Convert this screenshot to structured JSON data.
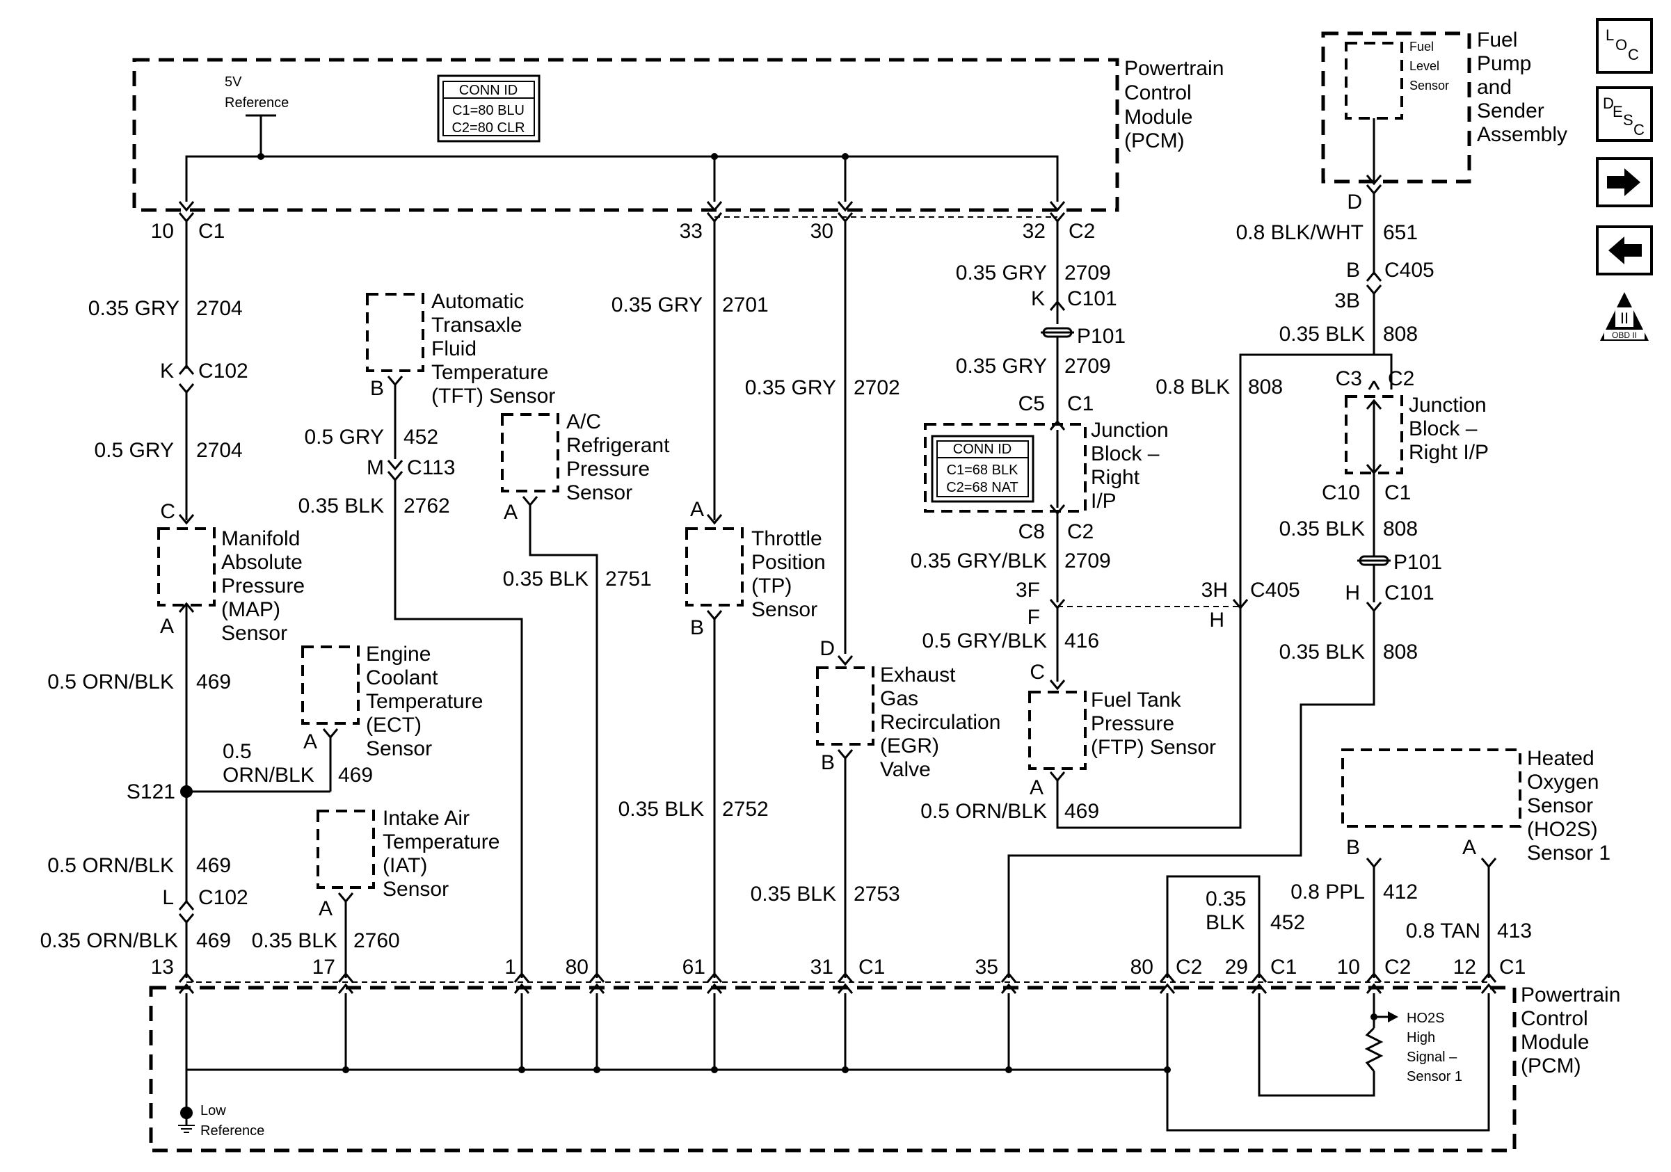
{
  "pcm": {
    "top_label": [
      "Powertrain",
      "Control",
      "Module",
      "(PCM)"
    ],
    "bottom_label": [
      "Powertrain",
      "Control",
      "Module",
      "(PCM)"
    ],
    "conn_id_title": "CONN ID",
    "conn_id_lines": [
      "C1=80 BLU",
      "C2=80 CLR"
    ],
    "ref_5v": [
      "5V",
      "Reference"
    ],
    "low_ref": [
      "Low",
      "Reference"
    ],
    "ho2s_signal": [
      "HO2S",
      "High",
      "Signal –",
      "Sensor 1"
    ]
  },
  "junction_block_left": {
    "label": [
      "Junction",
      "Block –",
      "Right",
      "I/P"
    ],
    "conn_id_title": "CONN ID",
    "conn_id_lines": [
      "C1=68 BLK",
      "C2=68 NAT"
    ]
  },
  "junction_block_right": {
    "label": [
      "Junction",
      "Block –",
      "Right I/P"
    ]
  },
  "components": {
    "tft": [
      "Automatic",
      "Transaxle",
      "Fluid",
      "Temperature",
      "(TFT) Sensor"
    ],
    "ac": [
      "A/C",
      "Refrigerant",
      "Pressure",
      "Sensor"
    ],
    "map": [
      "Manifold",
      "Absolute",
      "Pressure",
      "(MAP)",
      "Sensor"
    ],
    "ect": [
      "Engine",
      "Coolant",
      "Temperature",
      "(ECT)",
      "Sensor"
    ],
    "iat": [
      "Intake Air",
      "Temperature",
      "(IAT)",
      "Sensor"
    ],
    "tp": [
      "Throttle",
      "Position",
      "(TP)",
      "Sensor"
    ],
    "egr": [
      "Exhaust",
      "Gas",
      "Recirculation",
      "(EGR)",
      "Valve"
    ],
    "ftp": [
      "Fuel Tank",
      "Pressure",
      "(FTP) Sensor"
    ],
    "fuel_pump": [
      "Fuel",
      "Pump",
      "and",
      "Sender",
      "Assembly"
    ],
    "fuel_level": [
      "Fuel",
      "Level",
      "Sensor"
    ],
    "ho2s": [
      "Heated",
      "Oxygen",
      "Sensor",
      "(HO2S)",
      "Sensor 1"
    ]
  },
  "labels": {
    "c1_top_pin": "10",
    "c1_top_conn": "C1",
    "w2704a_gauge": "0.35 GRY",
    "w2704a_circuit": "2704",
    "c102_k_pin": "K",
    "c102_k_conn": "C102",
    "w2704b_gauge": "0.5 GRY",
    "w2704b_circuit": "2704",
    "map_c": "C",
    "map_a": "A",
    "w469a_gauge": "0.5 ORN/BLK",
    "w469a_circuit": "469",
    "splice": "S121",
    "w469b_gauge": "0.5 ORN/BLK",
    "w469b_circuit": "469",
    "c102_l_pin": "L",
    "c102_l_conn": "C102",
    "w469c_gauge": "0.35 ORN/BLK",
    "w469c_circuit": "469",
    "pin13": "13",
    "tft_b": "B",
    "w452a_gauge": "0.5 GRY",
    "w452a_circuit": "452",
    "c113_pin": "M",
    "c113_conn": "C113",
    "w2762_gauge": "0.35 BLK",
    "w2762_circuit": "2762",
    "ect_a": "A",
    "w469ect_gauge1": "0.5",
    "w469ect_gauge2": "ORN/BLK",
    "w469ect_circuit": "469",
    "iat_a": "A",
    "w2760_gauge": "0.35 BLK",
    "w2760_circuit": "2760",
    "pin17": "17",
    "ac_a": "A",
    "w2751_gauge": "0.35 BLK",
    "w2751_circuit": "2751",
    "pin1": "1",
    "pin80a": "80",
    "pin33": "33",
    "w2701_gauge": "0.35 GRY",
    "w2701_circuit": "2701",
    "tp_a": "A",
    "tp_b": "B",
    "w2752_gauge": "0.35 BLK",
    "w2752_circuit": "2752",
    "pin61": "61",
    "pin30": "30",
    "w2702_gauge": "0.35 GRY",
    "w2702_circuit": "2702",
    "egr_d": "D",
    "egr_b": "B",
    "w2753_gauge": "0.35 BLK",
    "w2753_circuit": "2753",
    "pin31": "31",
    "c1_bottom_a": "C1",
    "pin32": "32",
    "c2_top": "C2",
    "w2709a_gauge": "0.35 GRY",
    "w2709a_circuit": "2709",
    "c101_k_pin": "K",
    "c101_k_conn": "C101",
    "p101a": "P101",
    "w2709b_gauge": "0.35 GRY",
    "w2709b_circuit": "2709",
    "jb_c5": "C5",
    "jb_c1": "C1",
    "jb_c8": "C8",
    "jb_c2": "C2",
    "w2709c_gauge": "0.35 GRY/BLK",
    "w2709c_circuit": "2709",
    "c405_3f": "3F",
    "c405_3h": "3H",
    "c405_conn": "C405",
    "ftp_f": "F",
    "ftp_h": "H",
    "w416_gauge": "0.5 GRY/BLK",
    "w416_circuit": "416",
    "ftp_c": "C",
    "ftp_a": "A",
    "w469ftp_gauge": "0.5 ORN/BLK",
    "w469ftp_circuit": "469",
    "pin35": "35",
    "pin80b": "80",
    "c2_bottom": "C2",
    "w808a_gauge": "0.8 BLK",
    "w808a_circuit": "808",
    "fp_d": "D",
    "w651_gauge": "0.8 BLK/WHT",
    "w651_circuit": "651",
    "c405b_pin": "B",
    "c405b_conn": "C405",
    "c405_3b": "3B",
    "w808b_gauge": "0.35 BLK",
    "w808b_circuit": "808",
    "jb2_c3": "C3",
    "jb2_c2": "C2",
    "jb2_c10": "C10",
    "jb2_c1": "C1",
    "w808c_gauge": "0.35 BLK",
    "w808c_circuit": "808",
    "p101b": "P101",
    "c101_h_pin": "H",
    "c101_h_conn": "C101",
    "w808d_gauge": "0.35 BLK",
    "w808d_circuit": "808",
    "ho2s_b": "B",
    "ho2s_a": "A",
    "w452b_gauge1": "0.35",
    "w452b_gauge2": "BLK",
    "w452b_circuit": "452",
    "w412_gauge": "0.8 PPL",
    "w412_circuit": "412",
    "w413_gauge": "0.8 TAN",
    "w413_circuit": "413",
    "pin29": "29",
    "c1_bottom_b": "C1",
    "pin10b": "10",
    "c2_bottom_b": "C2",
    "pin12": "12",
    "c1_bottom_c": "C1"
  },
  "nav": {
    "loc": {
      "l": "L",
      "o": "O",
      "c": "C"
    },
    "desc": {
      "d": "D",
      "e": "E",
      "s": "S",
      "c": "C"
    },
    "obd": {
      "num": "II",
      "text": "OBD II"
    }
  }
}
